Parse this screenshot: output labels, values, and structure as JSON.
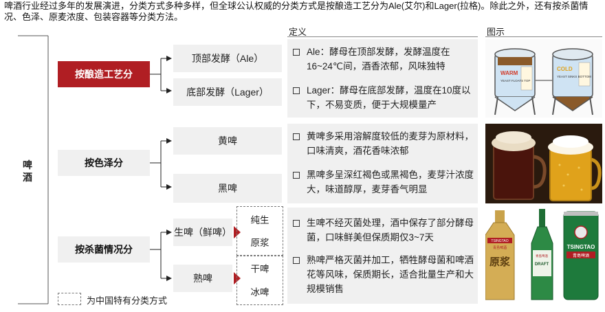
{
  "intro_text": "啤酒行业经过多年的发展演进，分类方式多种多样，但全球公认权威的分类方式是按酿造工艺分为Ale(艾尔)和Lager(拉格)。除此之外，还有按杀菌情况、色泽、原麦浓度、包装容器等分类方法。",
  "headers": {
    "definition": "定义",
    "image": "图示"
  },
  "root_label": "啤酒",
  "categories": [
    {
      "label": "按酿造工艺分",
      "types": [
        {
          "label": "顶部发酵（Ale）",
          "definition": "Ale：酵母在顶部发酵，发酵温度在16~24℃间，酒香浓郁，风味独特"
        },
        {
          "label": "底部发酵（Lager）",
          "definition": "Lager：酵母在底部发酵，温度在10度以下，不易变质，便于大规模量产"
        }
      ]
    },
    {
      "label": "按色泽分",
      "types": [
        {
          "label": "黄啤",
          "definition": "黄啤多采用溶解度较低的麦芽为原材料，口味清爽，酒花香味浓郁"
        },
        {
          "label": "黑啤",
          "definition": "黑啤多呈深红褐色或黑褐色，麦芽汁浓度大，味道醇厚，麦芽香气明显"
        }
      ]
    },
    {
      "label": "按杀菌情况分",
      "types": [
        {
          "label": "生啤（鲜啤）",
          "subtypes": [
            "纯生",
            "原浆"
          ],
          "definition": "生啤不经灭菌处理，酒中保存了部分酵母菌，口味鲜美但保质期仅3~7天"
        },
        {
          "label": "熟啤",
          "subtypes": [
            "干啤",
            "冰啤"
          ],
          "definition": "熟啤严格灭菌并加工，牺牲酵母菌和啤酒花等风味，保质期长，适合批量生产和大规模销售"
        }
      ]
    }
  ],
  "images": {
    "tank_left_label": "WARM",
    "tank_left_sub": "YEAST FLOATS TOP",
    "tank_right_label": "COLD",
    "tank_right_sub": "YEAST SINKS BOTTOM",
    "bottle1_brand": "TSINGTAO",
    "bottle1_cn": "青島啤酒",
    "bottle1_big": "原浆",
    "bottle2_brand": "DRAFT",
    "bottle2_cn": "青島啤酒",
    "bottle3_brand": "TSINGTAO",
    "bottle3_cn": "青島啤酒"
  },
  "legend": "为中国特有分类方式",
  "colors": {
    "accent_red": "#b01e23",
    "panel_gray": "#f0f0f0",
    "can_green": "#1e7a3c",
    "gold": "#c9a24a"
  }
}
